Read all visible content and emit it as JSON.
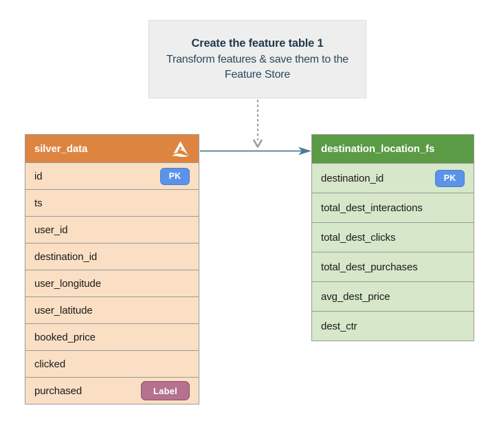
{
  "callout": {
    "title": "Create the feature table 1",
    "subtitle": "Transform features & save them to the Feature Store"
  },
  "tables": {
    "source": {
      "name": "silver_data",
      "logo": "delta-lake-logo",
      "header_color": "#dd8540",
      "row_color": "#fadfc4",
      "columns": [
        {
          "name": "id",
          "badge": "PK"
        },
        {
          "name": "ts",
          "badge": ""
        },
        {
          "name": "user_id",
          "badge": ""
        },
        {
          "name": "destination_id",
          "badge": ""
        },
        {
          "name": "user_longitude",
          "badge": ""
        },
        {
          "name": "user_latitude",
          "badge": ""
        },
        {
          "name": "booked_price",
          "badge": ""
        },
        {
          "name": "clicked",
          "badge": ""
        },
        {
          "name": "purchased",
          "badge": "Label"
        }
      ]
    },
    "target": {
      "name": "destination_location_fs",
      "header_color": "#5b9b45",
      "row_color": "#d7e7ca",
      "columns": [
        {
          "name": "destination_id",
          "badge": "PK"
        },
        {
          "name": "total_dest_interactions",
          "badge": ""
        },
        {
          "name": "total_dest_clicks",
          "badge": ""
        },
        {
          "name": "total_dest_purchases",
          "badge": ""
        },
        {
          "name": "avg_dest_price",
          "badge": ""
        },
        {
          "name": "dest_ctr",
          "badge": ""
        }
      ]
    }
  },
  "connectors": {
    "note_to_flow": {
      "style": "dotted",
      "color": "#9b9b9b"
    },
    "source_to_target": {
      "style": "solid",
      "color": "#4a7d94"
    }
  },
  "badge_colors": {
    "pk": "#5b93e8",
    "label": "#b5718e"
  }
}
